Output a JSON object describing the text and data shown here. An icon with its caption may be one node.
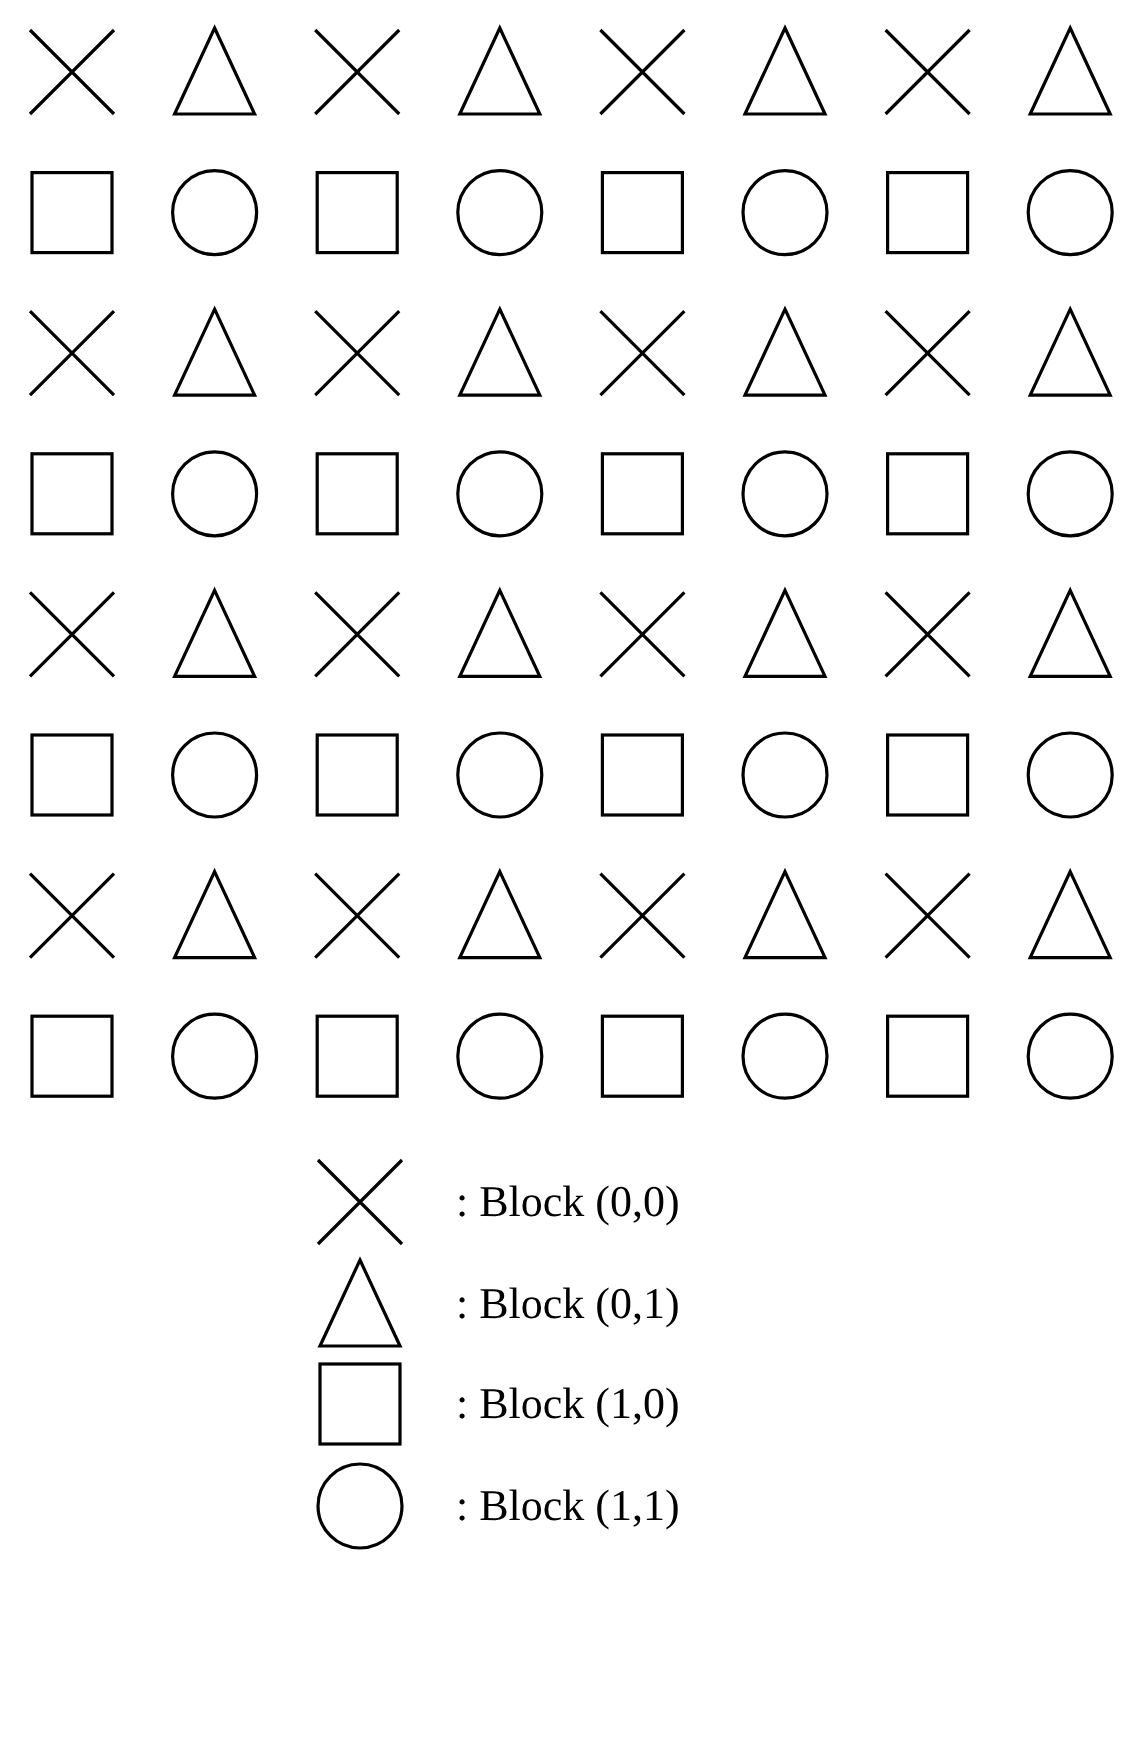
{
  "diagram": {
    "legend": [
      {
        "text": ": Block (0,0)"
      },
      {
        "text": ": Block (0,1)"
      },
      {
        "text": ": Block (1,0)"
      },
      {
        "text": ": Block (1,1)"
      }
    ]
  }
}
